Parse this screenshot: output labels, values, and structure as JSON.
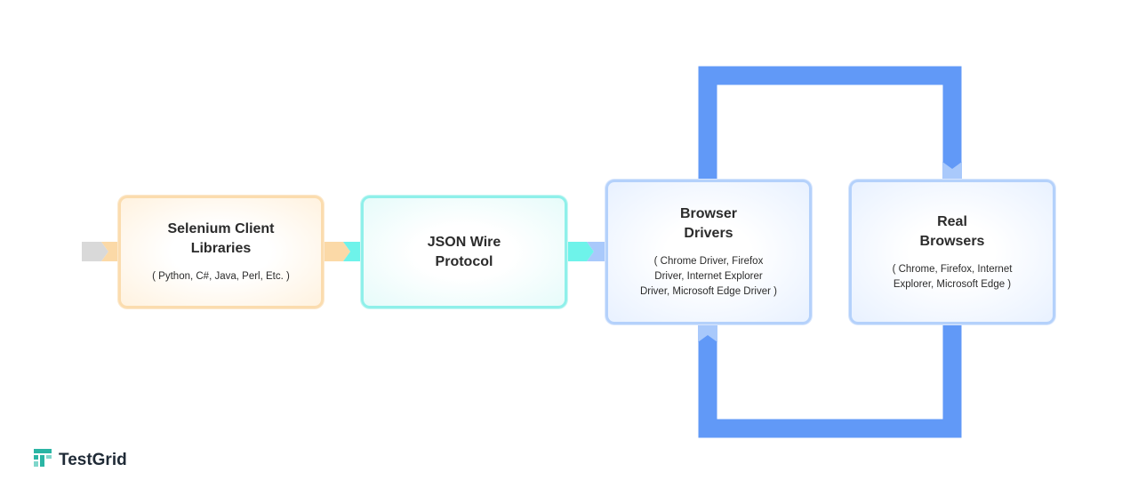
{
  "diagram": {
    "nodes": [
      {
        "id": "selenium",
        "title": "Selenium Client\nLibraries",
        "subtitle": "( Python, C#, Java, Perl, Etc. )"
      },
      {
        "id": "json",
        "title": "JSON Wire\nProtocol",
        "subtitle": ""
      },
      {
        "id": "drivers",
        "title": "Browser\nDrivers",
        "subtitle": "( Chrome Driver, Firefox\nDriver, Internet Explorer\nDriver, Microsoft Edge Driver )"
      },
      {
        "id": "browsers",
        "title": "Real\nBrowsers",
        "subtitle": "( Chrome, Firefox, Internet\nExplorer, Microsoft Edge )"
      }
    ],
    "connectors": [
      {
        "from": "input",
        "to": "selenium",
        "color": "#d9d9d9"
      },
      {
        "from": "selenium",
        "to": "json",
        "color": "#fbd9a7"
      },
      {
        "from": "json",
        "to": "drivers",
        "color": "#6ef3ea"
      },
      {
        "from": "drivers",
        "to": "browsers",
        "via": "loop-top",
        "color": "#6199f7"
      },
      {
        "from": "browsers",
        "to": "drivers",
        "via": "loop-bottom",
        "color": "#6199f7"
      }
    ],
    "colors": {
      "selenium_border": "#fbdcae",
      "json_border": "#8ff0ea",
      "driver_border": "#b4d1fb",
      "loop": "#6199f7"
    }
  },
  "brand": {
    "name": "TestGrid",
    "logo_icon": "testgrid-logo-icon",
    "logo_color": "#2bb5a4"
  }
}
